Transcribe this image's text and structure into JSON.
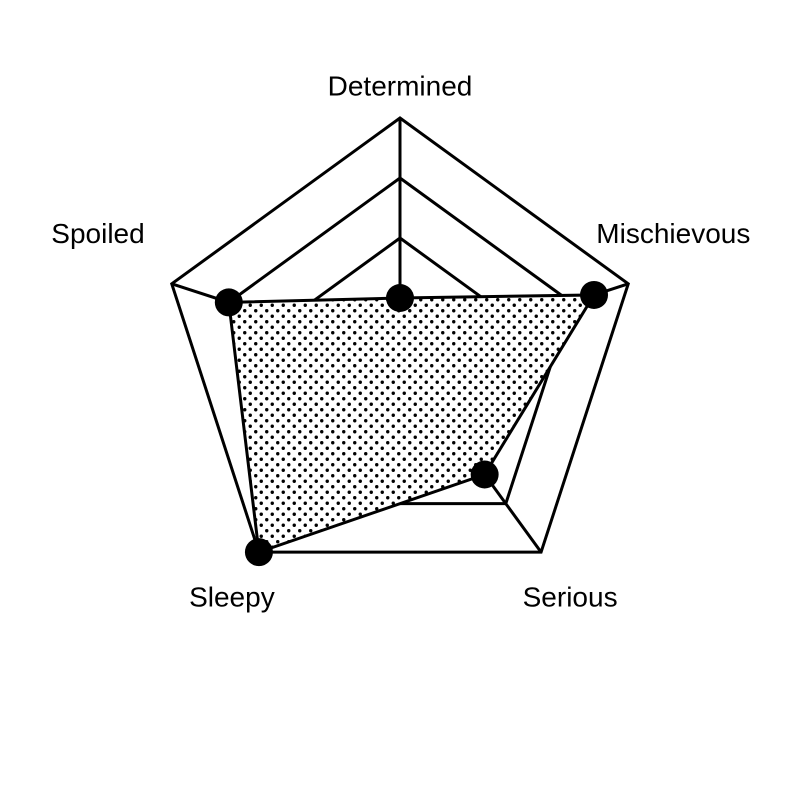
{
  "chart_data": {
    "type": "radar",
    "categories": [
      "Determined",
      "Mischievous",
      "Serious",
      "Sleepy",
      "Spoiled"
    ],
    "series": [
      {
        "values": [
          1.0,
          3.4,
          2.4,
          4.0,
          3.0
        ]
      }
    ],
    "rlim": [
      0,
      4
    ],
    "rings": [
      1,
      2,
      3,
      4
    ],
    "grid": true,
    "fill_pattern": "dots",
    "colors": {
      "line": "#000000",
      "fill": "#000000",
      "background": "#ffffff"
    }
  }
}
